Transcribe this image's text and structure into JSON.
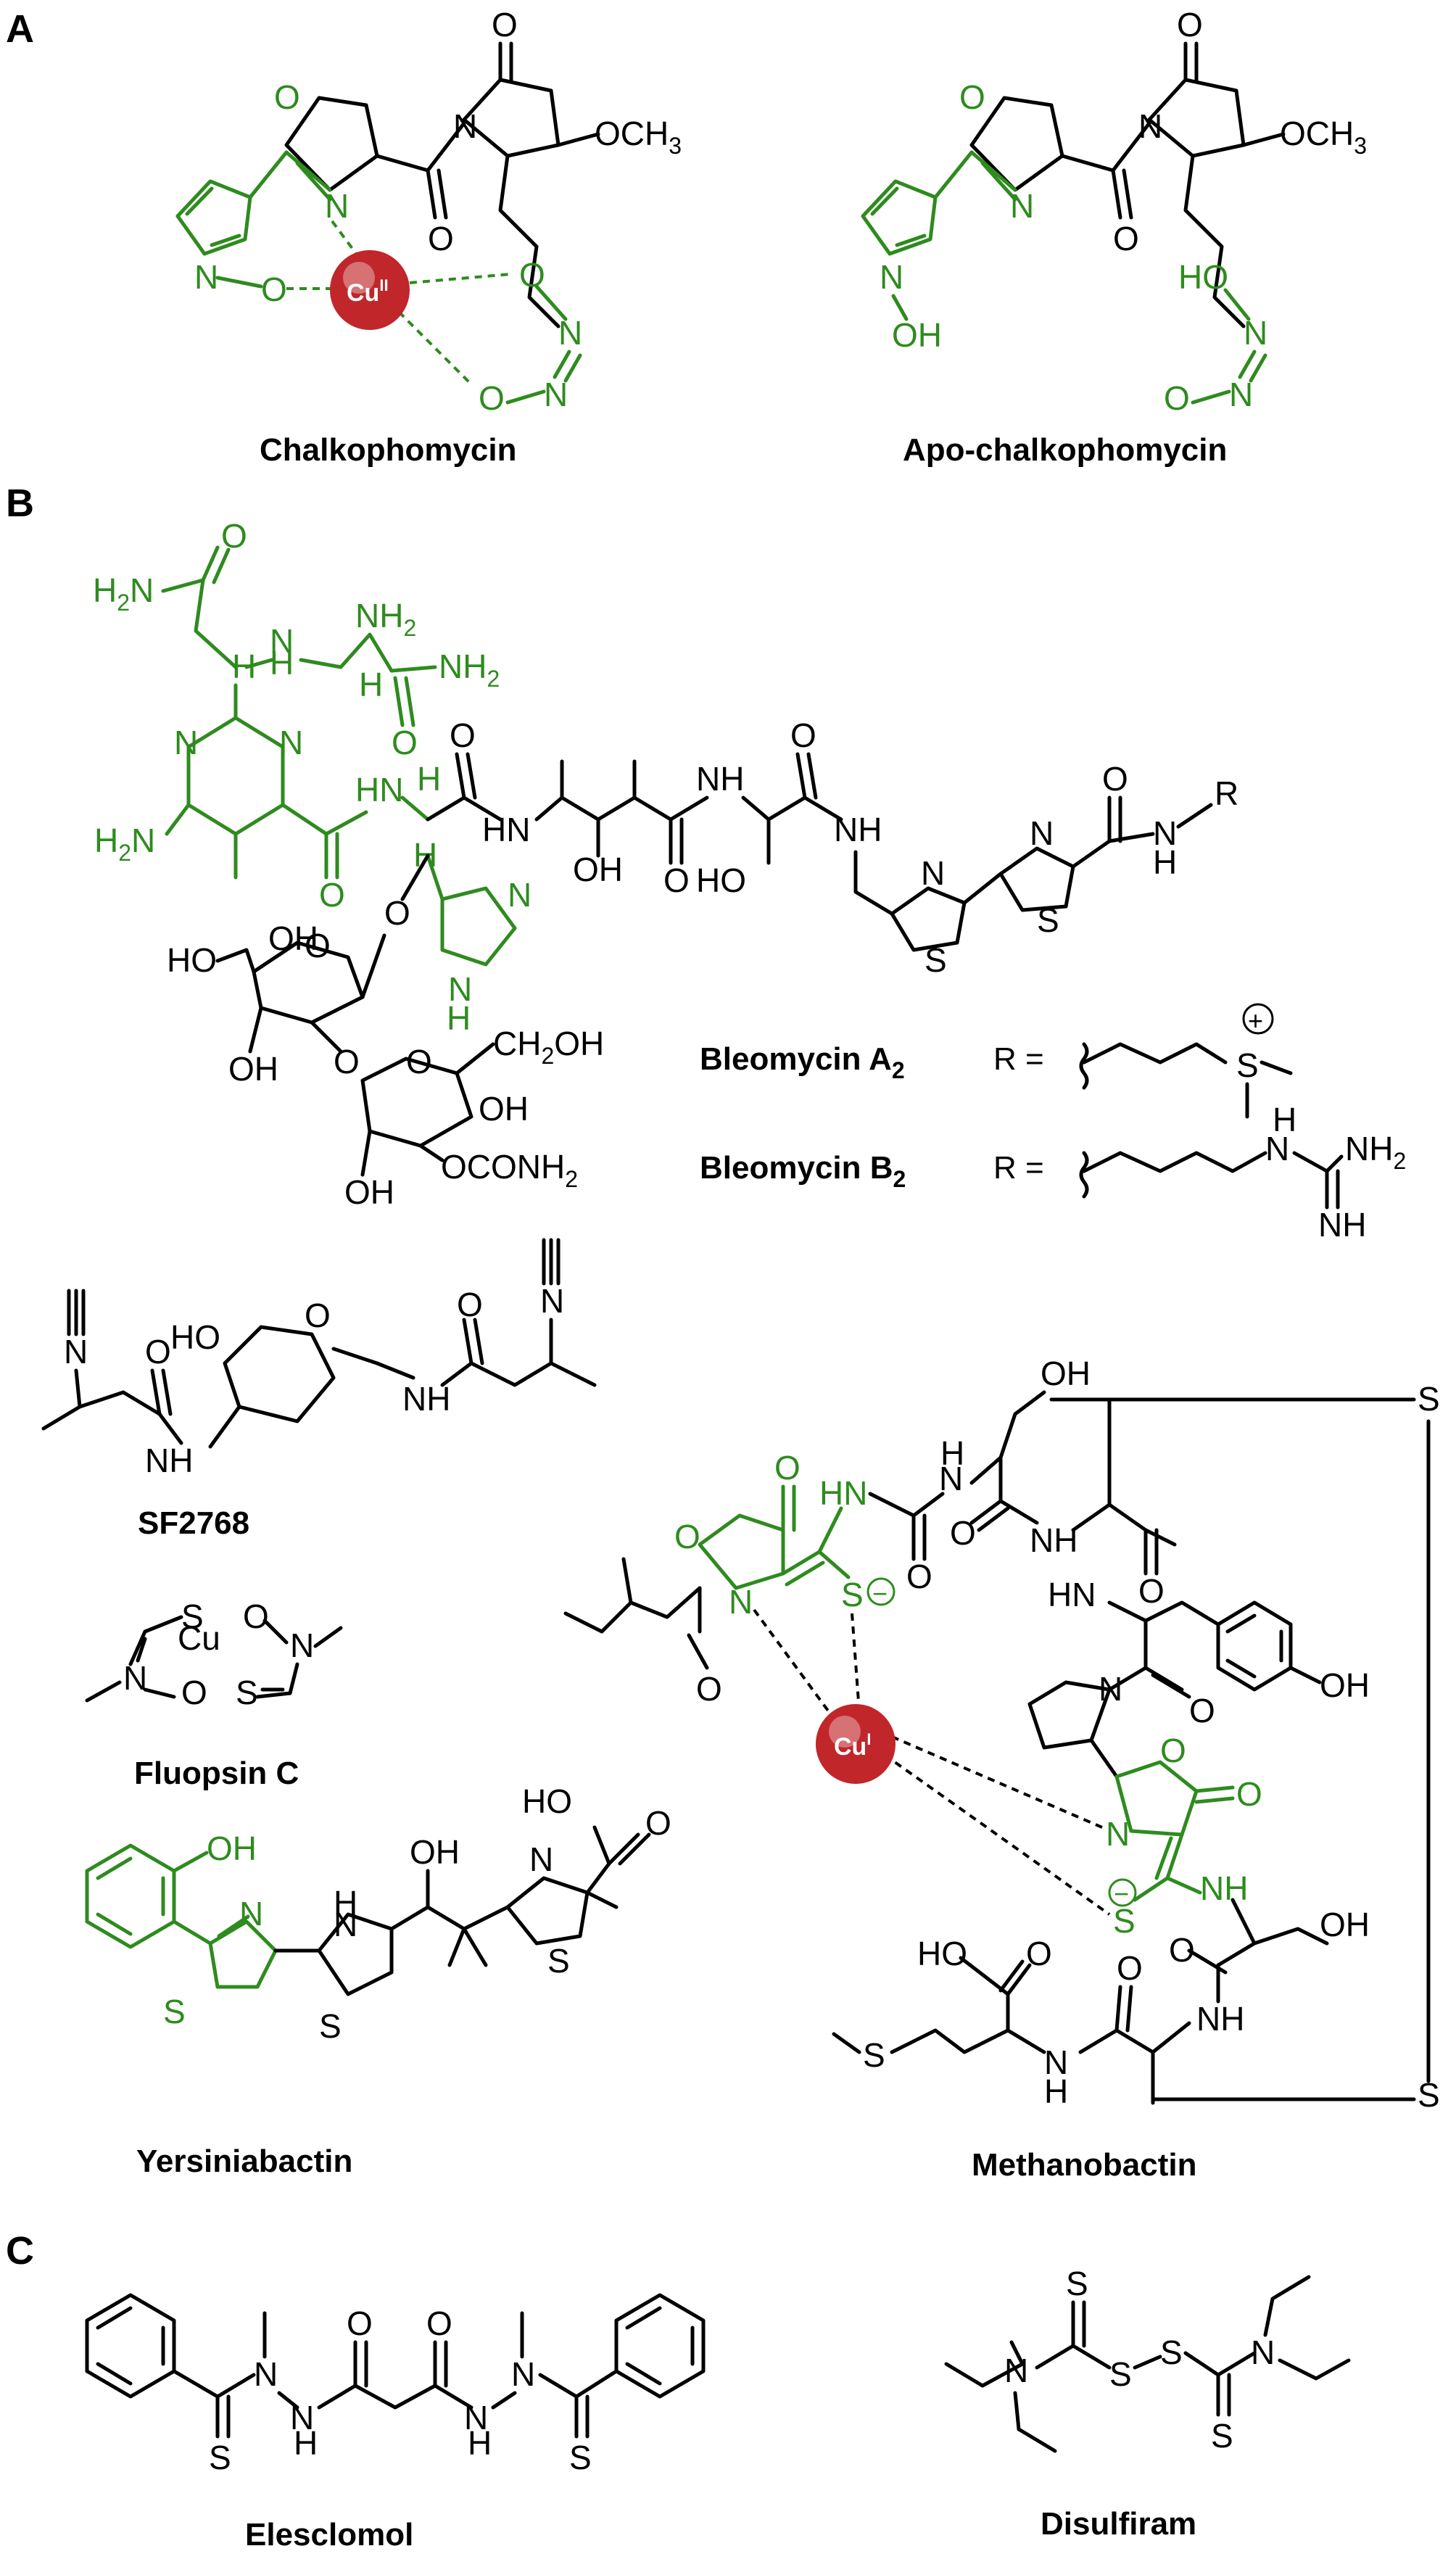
{
  "colors": {
    "highlight": "#2e8b1e",
    "bond": "#000000",
    "copper": "#c0262a"
  },
  "panels": {
    "a": "A",
    "b": "B",
    "c": "C"
  },
  "compounds": {
    "chalkophomycin": "Chalkophomycin",
    "apo_chalkophomycin": "Apo-chalkophomycin",
    "bleomycin_a2": "Bleomycin A",
    "bleomycin_b2": "Bleomycin B",
    "sf2768": "SF2768",
    "fluopsin_c": "Fluopsin C",
    "yersiniabactin": "Yersiniabactin",
    "methanobactin": "Methanobactin",
    "elesclomol": "Elesclomol",
    "disulfiram": "Disulfiram"
  },
  "subscripts": {
    "a2": "2",
    "b2": "2"
  },
  "r_equals": "R =",
  "metal": {
    "cu2_symbol": "Cu",
    "cu2_ox": "II",
    "cu1_symbol": "Cu",
    "cu1_ox": "I"
  },
  "atoms": {
    "o": "O",
    "n": "N",
    "s": "S",
    "h": "H",
    "nh": "NH",
    "hn": "HN",
    "oh": "OH",
    "ho": "HO",
    "och3": "OCH",
    "three": "3",
    "nh2": "NH",
    "two": "2",
    "h2n": "H",
    "n_suffix": "N",
    "ch2oh": "CH",
    "oh_suffix": "OH",
    "oconh2": "OCONH",
    "r": "R",
    "plus": "+",
    "minus": "−",
    "cu": "Cu"
  }
}
